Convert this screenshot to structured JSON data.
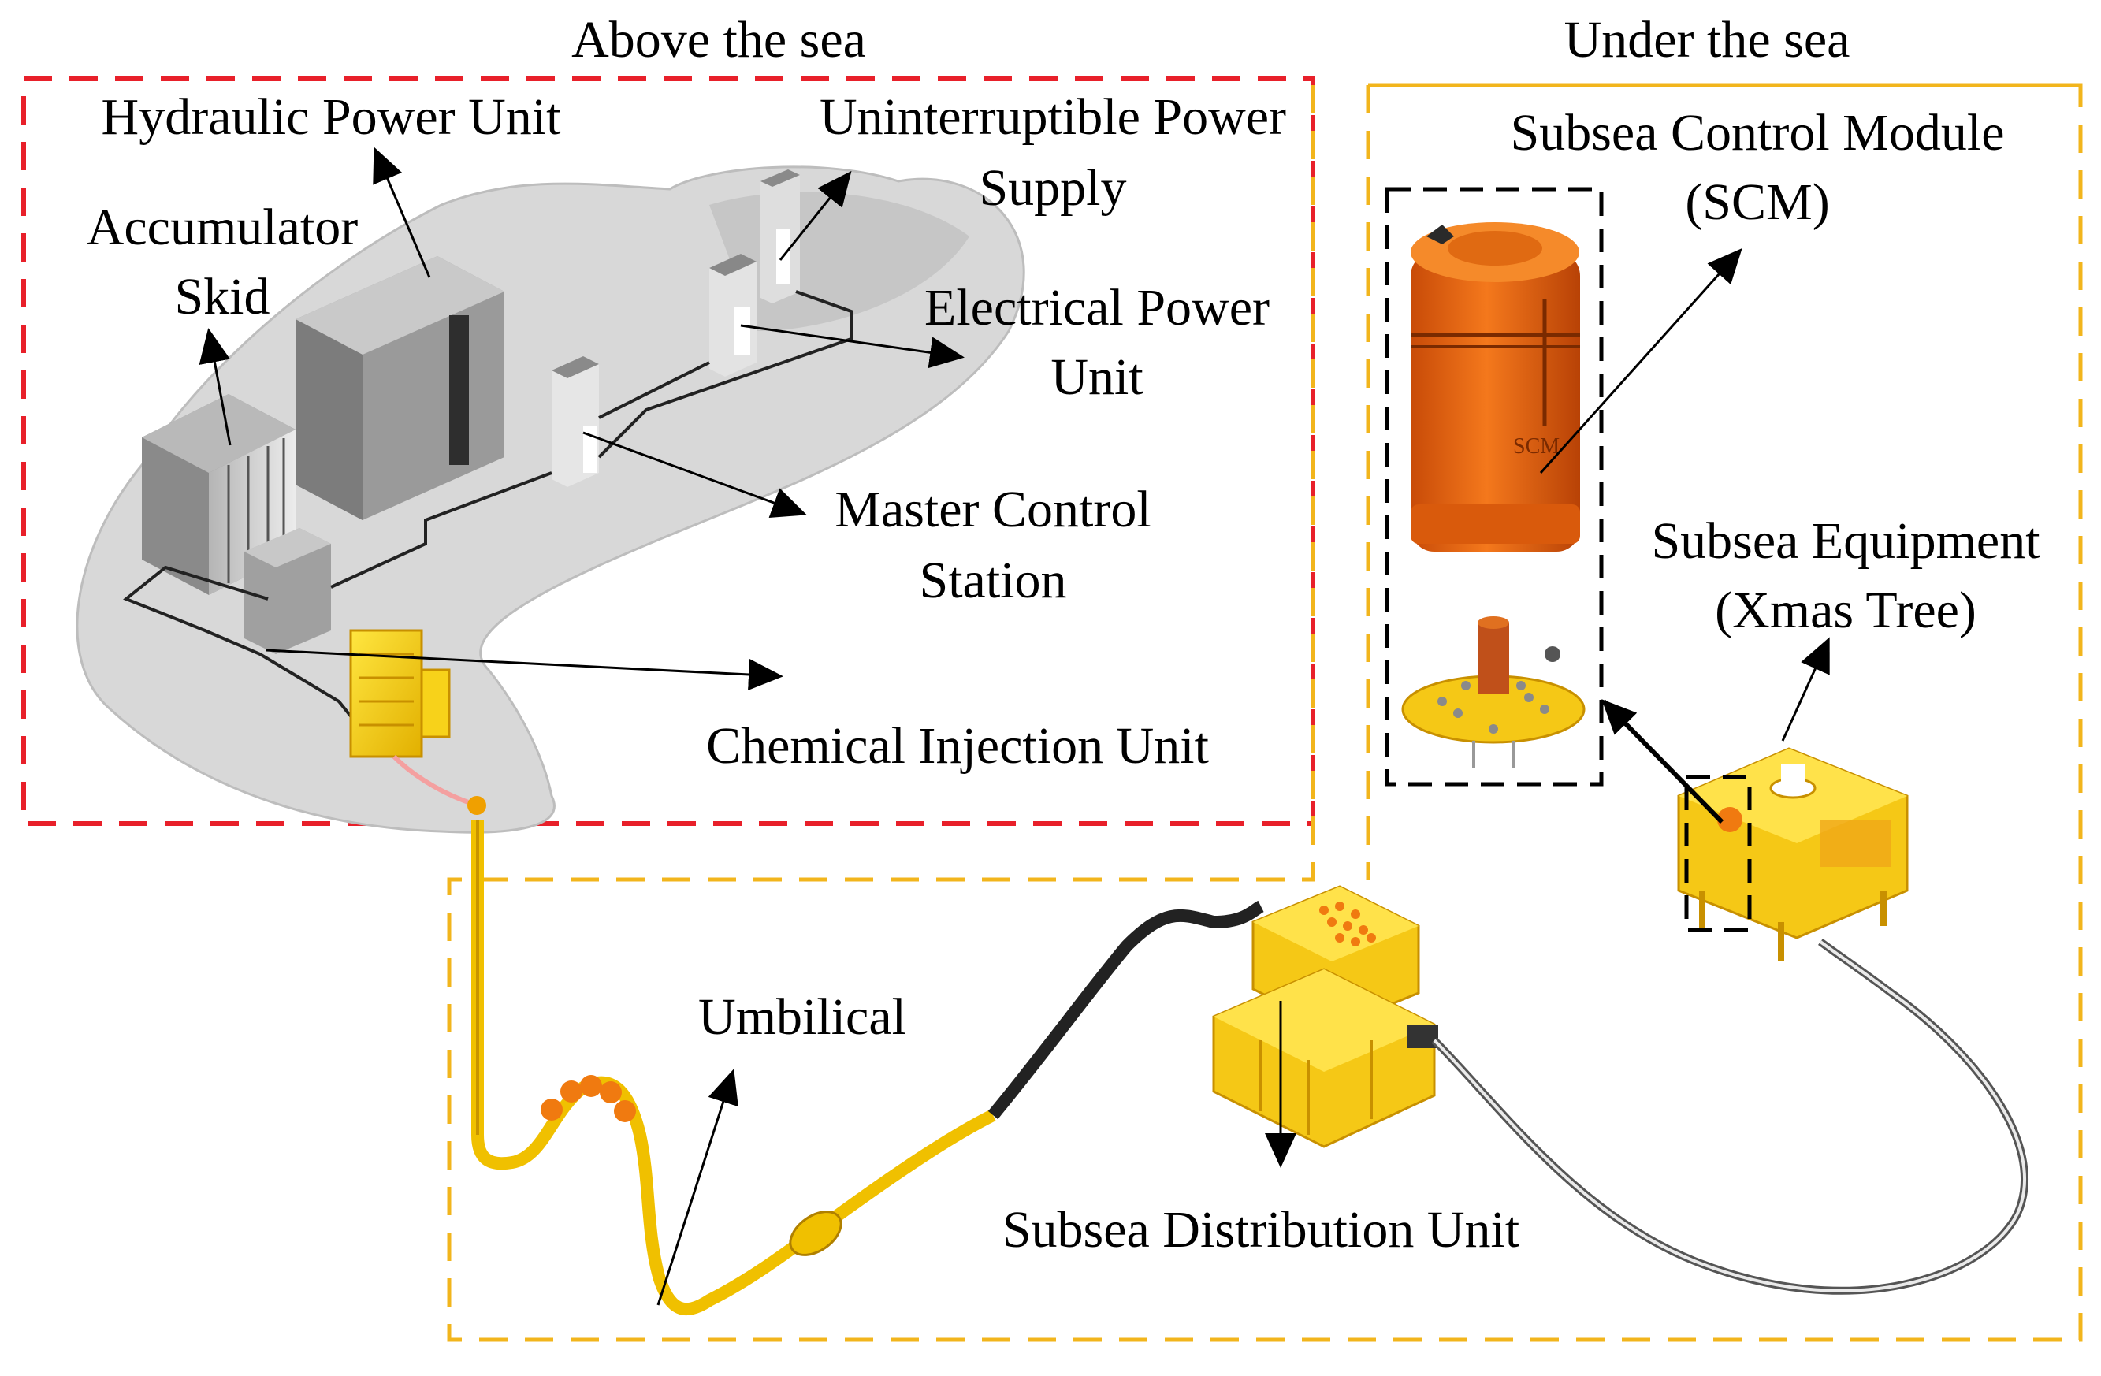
{
  "regions": {
    "above": "Above the sea",
    "under": "Under the sea"
  },
  "labels": {
    "hpu": "Hydraulic Power Unit",
    "ups_1": "Uninterruptible Power",
    "ups_2": "Supply",
    "acc_1": "Accumulator",
    "acc_2": "Skid",
    "epu_1": "Electrical Power",
    "epu_2": "Unit",
    "mcs_1": "Master Control",
    "mcs_2": "Station",
    "ciu": "Chemical Injection Unit",
    "umbilical": "Umbilical",
    "sdu": "Subsea Distribution Unit",
    "scm_1": "Subsea Control Module",
    "scm_2": "(SCM)",
    "scm_marking": "SCM",
    "xmas_1": "Subsea Equipment",
    "xmas_2": "(Xmas Tree)"
  },
  "colors": {
    "above_border": "#e8202a",
    "under_border": "#f2b51c",
    "scm_body": "#f06a10",
    "yellow_equipment": "#f7d21a",
    "platform_gray": "#d6d6d6",
    "umbilical_black": "#222222"
  }
}
